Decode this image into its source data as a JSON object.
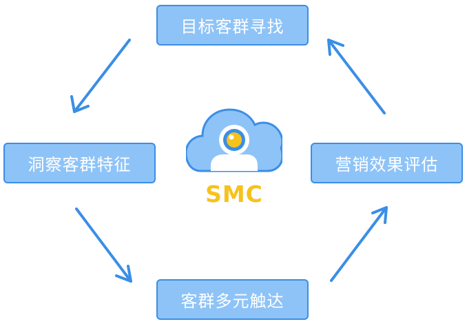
{
  "nodes": {
    "top": "目标客群寻找",
    "right": "营销效果评估",
    "bottom": "客群多元触达",
    "left": "洞察客群特征"
  },
  "center": {
    "brand": "SMC",
    "icon": "cloud-user-icon"
  },
  "colors": {
    "node_fill": "#8ec3f7",
    "node_border": "#3a8ee6",
    "arrow": "#3a8ee6",
    "brand": "#f6c21c"
  }
}
